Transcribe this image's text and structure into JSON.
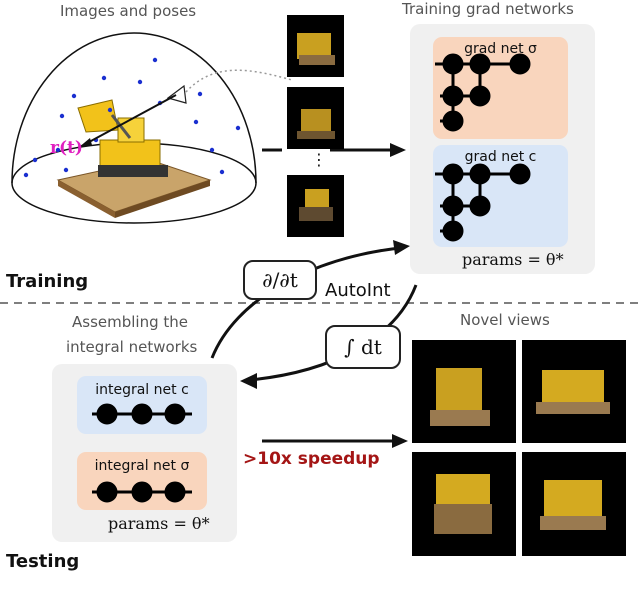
{
  "labels": {
    "images_and_poses": "Images and poses",
    "training_grad_networks": "Training grad networks",
    "training": "Training",
    "testing": "Testing",
    "assembling_line1": "Assembling the",
    "assembling_line2": "integral networks",
    "novel_views": "Novel views",
    "autoint": "AutoInt",
    "speedup": ">10x speedup",
    "ray_label": "r(t)",
    "ellipsis": "⋮"
  },
  "training_panel": {
    "grad_net_sigma": "grad net σ",
    "grad_net_c": "grad net c",
    "params": "params = θ*"
  },
  "testing_panel": {
    "integral_net_c": "integral net c",
    "integral_net_sigma": "integral net σ",
    "params": "params = θ*"
  },
  "operators": {
    "derivative": "∂/∂t",
    "integral": "∫ dt"
  },
  "colors": {
    "sigma_bg": "#f9d5bd",
    "c_bg": "#d9e6f7",
    "panel_bg": "#f0f0f0",
    "speedup": "#a41515",
    "ray_label": "#e020c0",
    "node": "#000000"
  }
}
